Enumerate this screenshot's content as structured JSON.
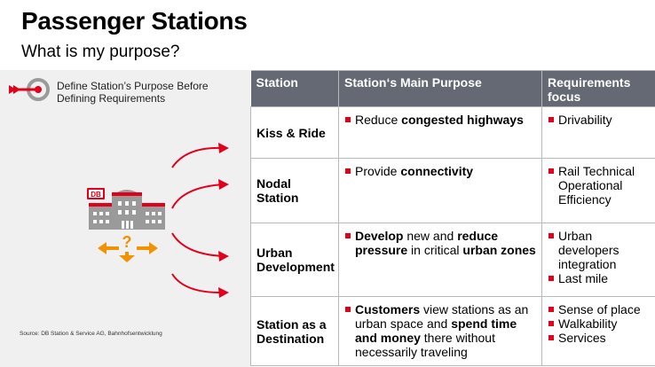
{
  "title": "Passenger Stations",
  "subtitle": "What is my purpose?",
  "left_panel": {
    "callout_line1": "Define Station’s Purpose Before",
    "callout_line2": "Defining Requirements",
    "logo_text": "DB",
    "source": "Source: DB Station & Service AG, Bahnhofsentwicklung"
  },
  "table": {
    "headers": [
      "Station",
      "Station‘s Main Purpose",
      "Requirements focus"
    ],
    "rows": [
      {
        "station": "Kiss & Ride",
        "purpose": [
          [
            [
              "Reduce ",
              false
            ],
            [
              "congested highways",
              true
            ]
          ]
        ],
        "requirements": [
          "Drivability"
        ]
      },
      {
        "station": "Nodal Station",
        "purpose": [
          [
            [
              "Provide ",
              false
            ],
            [
              "connectivity",
              true
            ]
          ]
        ],
        "requirements": [
          "Rail Technical Operational Efficiency"
        ]
      },
      {
        "station": "Urban Development",
        "purpose": [
          [
            [
              "Develop",
              true
            ],
            [
              " new and ",
              false
            ],
            [
              "reduce pressure",
              true
            ],
            [
              " in critical ",
              false
            ],
            [
              "urban zones",
              true
            ]
          ]
        ],
        "requirements": [
          "Urban developers integration",
          "Last mile"
        ]
      },
      {
        "station": "Station as a Destination",
        "purpose": [
          [
            [
              "Customers",
              true
            ],
            [
              " view stations as an urban space and ",
              false
            ],
            [
              "spend time and money",
              true
            ],
            [
              " there without necessarily traveling",
              false
            ]
          ]
        ],
        "requirements": [
          "Sense of place",
          "Walkability",
          "Services"
        ]
      }
    ]
  },
  "colors": {
    "accent": "#e2001a",
    "header_bg": "#646973",
    "panel_bg": "#f0f0f1",
    "orange": "#f39200"
  }
}
